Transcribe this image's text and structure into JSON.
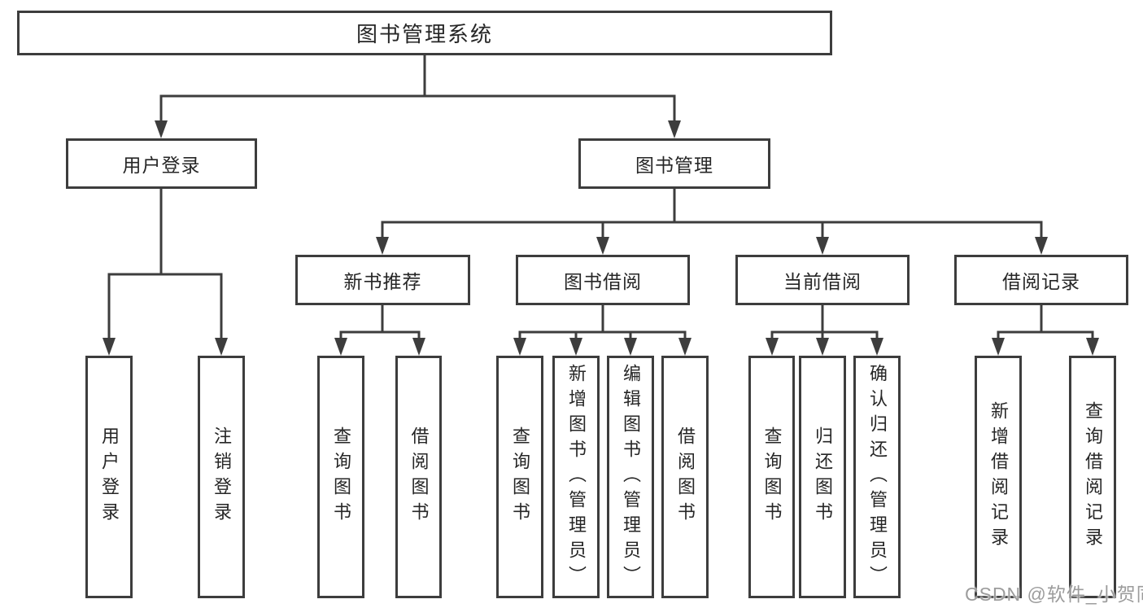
{
  "diagram": {
    "title": "图书管理系统",
    "children": [
      {
        "label": "用户登录",
        "children": [
          {
            "label": "用户登录"
          },
          {
            "label": "注销登录"
          }
        ]
      },
      {
        "label": "图书管理",
        "children": [
          {
            "label": "新书推荐",
            "children": [
              {
                "label": "查询图书"
              },
              {
                "label": "借阅图书"
              }
            ]
          },
          {
            "label": "图书借阅",
            "children": [
              {
                "label": "查询图书"
              },
              {
                "label": "新增图书（管理员）"
              },
              {
                "label": "编辑图书（管理员）"
              },
              {
                "label": "借阅图书"
              }
            ]
          },
          {
            "label": "当前借阅",
            "children": [
              {
                "label": "查询图书"
              },
              {
                "label": "归还图书"
              },
              {
                "label": "确认归还（管理员）"
              }
            ]
          },
          {
            "label": "借阅记录",
            "children": [
              {
                "label": "新增借阅记录"
              },
              {
                "label": "查询借阅记录"
              }
            ]
          }
        ]
      }
    ]
  },
  "watermark": {
    "text": "CSDN @软件_小贺同学"
  },
  "colors": {
    "line": "#3d3d3d",
    "box_border": "#3d3d3d",
    "box_fill": "#ffffff",
    "text": "#262626",
    "watermark": "#9c9c9c",
    "background": "#ffffff"
  }
}
